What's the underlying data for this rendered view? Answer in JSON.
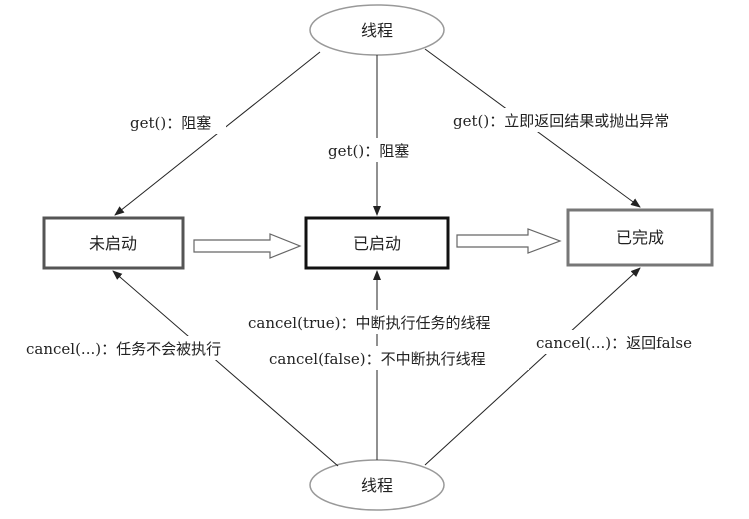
{
  "nodes": {
    "thread_top": "线程",
    "thread_bottom": "线程",
    "not_started": "未启动",
    "started": "已启动",
    "completed": "已完成"
  },
  "labels": {
    "get_block_left": "get()：阻塞",
    "get_block_center": "get()：阻塞",
    "get_result": "get()：立即返回结果或抛出异常",
    "cancel_not_started": "cancel(...)：任务不会被执行",
    "cancel_true": "cancel(true)：中断执行任务的线程",
    "cancel_false": "cancel(false)：不中断执行线程",
    "cancel_completed": "cancel(...)：返回false"
  }
}
